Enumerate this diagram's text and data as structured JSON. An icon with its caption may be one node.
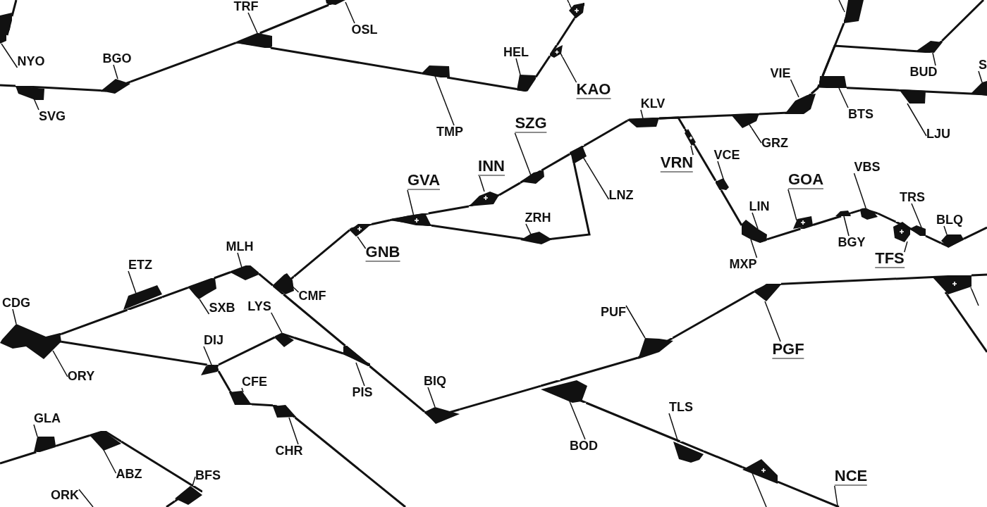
{
  "diagram": {
    "nodes": [
      {
        "text": [
          "TRF"
        ]
      },
      {
        "text": [
          "OSL"
        ]
      },
      {
        "text": [
          "HEL"
        ]
      },
      {
        "text": [
          "BGO"
        ]
      },
      {
        "text": [
          "NYO"
        ]
      },
      {
        "text": [
          "S"
        ]
      },
      {
        "text": [
          "BUD"
        ]
      },
      {
        "text": [
          "VIE"
        ]
      },
      {
        "text": [
          "KAO"
        ]
      },
      {
        "text": [
          "KLV"
        ]
      },
      {
        "text": [
          "BTS"
        ]
      },
      {
        "text": [
          "SVG"
        ]
      },
      {
        "text": [
          "SZG"
        ]
      },
      {
        "text": [
          "TMP"
        ]
      },
      {
        "text": [
          "LJU"
        ]
      },
      {
        "text": [
          "GRZ"
        ]
      },
      {
        "text": [
          "VCE"
        ]
      },
      {
        "text": [
          "VRN"
        ]
      },
      {
        "text": [
          "INN"
        ]
      },
      {
        "text": [
          "VBS"
        ]
      },
      {
        "text": [
          "GOA"
        ]
      },
      {
        "text": [
          "GVA"
        ]
      },
      {
        "text": [
          "LNZ"
        ]
      },
      {
        "text": [
          "TRS"
        ]
      },
      {
        "text": [
          "LIN"
        ]
      },
      {
        "text": [
          "ZRH"
        ]
      },
      {
        "text": [
          "BLQ"
        ]
      },
      {
        "text": [
          "BGY"
        ]
      },
      {
        "text": [
          "MLH"
        ]
      },
      {
        "text": [
          "GNB"
        ]
      },
      {
        "text": [
          "TFS"
        ]
      },
      {
        "text": [
          "MXP"
        ]
      },
      {
        "text": [
          "ETZ"
        ]
      },
      {
        "text": [
          "CMF"
        ]
      },
      {
        "text": [
          "CDG"
        ]
      },
      {
        "text": [
          "LYS"
        ]
      },
      {
        "text": [
          "SXB"
        ]
      },
      {
        "text": [
          "PUF"
        ]
      },
      {
        "text": [
          "DIJ"
        ]
      },
      {
        "text": [
          "PGF"
        ]
      },
      {
        "text": [
          "ORY"
        ]
      },
      {
        "text": [
          "BIQ"
        ]
      },
      {
        "text": [
          "CFE"
        ]
      },
      {
        "text": [
          "PIS"
        ]
      },
      {
        "text": [
          "TLS"
        ]
      },
      {
        "text": [
          "GLA"
        ]
      },
      {
        "text": [
          "BOD"
        ]
      },
      {
        "text": [
          "CHR"
        ]
      },
      {
        "text": [
          "ABZ"
        ]
      },
      {
        "text": [
          "BFS"
        ]
      },
      {
        "text": [
          "NCE"
        ]
      },
      {
        "text": [
          "ORK"
        ]
      },
      {
        "text": [],
        "shape": "marker"
      },
      {
        "text": [],
        "shape": "marker"
      },
      {
        "text": [],
        "shape": "marker"
      },
      {
        "text": [],
        "shape": "marker"
      },
      {
        "text": [],
        "shape": "marker"
      },
      {
        "text": [],
        "shape": "marker"
      },
      {
        "text": [],
        "shape": "marker"
      },
      {
        "text": [],
        "shape": "marker"
      },
      {
        "text": [],
        "shape": "marker"
      },
      {
        "text": [],
        "shape": "marker"
      },
      {
        "text": [],
        "shape": "marker"
      },
      {
        "text": [],
        "shape": "marker"
      },
      {
        "text": [],
        "shape": "marker"
      },
      {
        "text": [],
        "shape": "marker"
      },
      {
        "text": [],
        "shape": "marker"
      },
      {
        "text": [],
        "shape": "marker"
      },
      {
        "text": [],
        "shape": "marker"
      },
      {
        "text": [],
        "shape": "marker"
      },
      {
        "text": [],
        "shape": "marker"
      },
      {
        "text": [],
        "shape": "marker"
      },
      {
        "text": [],
        "shape": "marker"
      },
      {
        "text": [],
        "shape": "marker"
      },
      {
        "text": [],
        "shape": "marker"
      },
      {
        "text": [],
        "shape": "marker"
      },
      {
        "text": [],
        "shape": "marker"
      },
      {
        "text": [],
        "shape": "marker"
      },
      {
        "text": [],
        "shape": "marker"
      },
      {
        "text": [],
        "shape": "marker"
      },
      {
        "text": [],
        "shape": "marker"
      },
      {
        "text": [],
        "shape": "marker"
      },
      {
        "text": [],
        "shape": "marker"
      },
      {
        "text": [],
        "shape": "marker"
      },
      {
        "text": [],
        "shape": "marker"
      },
      {
        "text": [],
        "shape": "marker"
      },
      {
        "text": [],
        "shape": "marker"
      },
      {
        "text": [],
        "shape": "marker"
      },
      {
        "text": [],
        "shape": "marker"
      },
      {
        "text": [],
        "shape": "marker"
      },
      {
        "text": [],
        "shape": "marker"
      },
      {
        "text": [],
        "shape": "marker"
      },
      {
        "text": [],
        "shape": "marker"
      },
      {
        "text": [],
        "shape": "marker"
      },
      {
        "text": [],
        "shape": "marker"
      },
      {
        "text": [],
        "shape": "marker"
      },
      {
        "text": [],
        "shape": "marker"
      },
      {
        "text": [],
        "shape": "marker"
      },
      {
        "text": [],
        "shape": "marker"
      },
      {
        "text": [],
        "shape": "marker"
      },
      {
        "text": [],
        "shape": "marker"
      },
      {
        "text": [],
        "shape": "marker"
      },
      {
        "text": [],
        "shape": "marker"
      },
      {
        "text": [],
        "shape": "marker"
      }
    ],
    "edges": [
      {
        "from": 0,
        "to": 54,
        "arrow": "none"
      },
      {
        "from": 1,
        "to": 53,
        "arrow": "none"
      },
      {
        "from": 2,
        "to": 58,
        "arrow": "none"
      },
      {
        "from": 3,
        "to": 55,
        "arrow": "none"
      },
      {
        "from": 4,
        "to": 52,
        "arrow": "none"
      },
      {
        "from": 5,
        "to": 66,
        "arrow": "none"
      },
      {
        "from": 6,
        "to": 64,
        "arrow": "none"
      },
      {
        "from": 7,
        "to": 62,
        "arrow": "none"
      },
      {
        "from": 8,
        "to": 59,
        "arrow": "none"
      },
      {
        "from": 9,
        "to": 67,
        "arrow": "none"
      },
      {
        "from": 10,
        "to": 63,
        "arrow": "none"
      },
      {
        "from": 11,
        "to": 56,
        "arrow": "none"
      },
      {
        "from": 12,
        "to": 70,
        "arrow": "none"
      },
      {
        "from": 13,
        "to": 57,
        "arrow": "none"
      },
      {
        "from": 14,
        "to": 65,
        "arrow": "none"
      },
      {
        "from": 15,
        "to": 68,
        "arrow": "none"
      },
      {
        "from": 16,
        "to": 76,
        "arrow": "none"
      },
      {
        "from": 17,
        "to": 75,
        "arrow": "none"
      },
      {
        "from": 18,
        "to": 71,
        "arrow": "none"
      },
      {
        "from": 19,
        "to": 80,
        "arrow": "none"
      },
      {
        "from": 20,
        "to": 78,
        "arrow": "none"
      },
      {
        "from": 21,
        "to": 72,
        "arrow": "none"
      },
      {
        "from": 22,
        "to": 69,
        "arrow": "none"
      },
      {
        "from": 23,
        "to": 82,
        "arrow": "none"
      },
      {
        "from": 24,
        "to": 77,
        "arrow": "none"
      },
      {
        "from": 25,
        "to": 74,
        "arrow": "none"
      },
      {
        "from": 26,
        "to": 83,
        "arrow": "none"
      },
      {
        "from": 27,
        "to": 79,
        "arrow": "none"
      },
      {
        "from": 28,
        "to": 87,
        "arrow": "none"
      },
      {
        "from": 29,
        "to": 73,
        "arrow": "none"
      },
      {
        "from": 30,
        "to": 81,
        "arrow": "none"
      },
      {
        "from": 31,
        "to": 77,
        "arrow": "none"
      },
      {
        "from": 32,
        "to": 85,
        "arrow": "none"
      },
      {
        "from": 33,
        "to": 88,
        "arrow": "none"
      },
      {
        "from": 34,
        "to": 84,
        "arrow": "none"
      },
      {
        "from": 35,
        "to": 89,
        "arrow": "none"
      },
      {
        "from": 36,
        "to": 86,
        "arrow": "none"
      },
      {
        "from": 37,
        "to": 96,
        "arrow": "none"
      },
      {
        "from": 38,
        "to": 90,
        "arrow": "none"
      },
      {
        "from": 39,
        "to": 97,
        "arrow": "none"
      },
      {
        "from": 40,
        "to": 84,
        "arrow": "none"
      },
      {
        "from": 41,
        "to": 94,
        "arrow": "none"
      },
      {
        "from": 42,
        "to": 91,
        "arrow": "none"
      },
      {
        "from": 43,
        "to": 93,
        "arrow": "none"
      },
      {
        "from": 44,
        "to": 99,
        "arrow": "none"
      },
      {
        "from": 45,
        "to": 101,
        "arrow": "none"
      },
      {
        "from": 46,
        "to": 95,
        "arrow": "none"
      },
      {
        "from": 47,
        "to": 92,
        "arrow": "none"
      },
      {
        "from": 48,
        "to": 102,
        "arrow": "none"
      },
      {
        "from": 49,
        "to": 103,
        "arrow": "none"
      },
      {
        "from": 50,
        "to": null,
        "arrow": "none"
      },
      {
        "from": 51,
        "to": null,
        "arrow": "none"
      },
      {
        "from": null,
        "to": 56,
        "arrow": "none"
      },
      {
        "from": 56,
        "to": 55,
        "arrow": "none"
      },
      {
        "from": 55,
        "to": 54,
        "arrow": "none"
      },
      {
        "from": 54,
        "to": 53,
        "arrow": "none"
      },
      {
        "from": 54,
        "to": 57,
        "arrow": "none"
      },
      {
        "from": 57,
        "to": 58,
        "arrow": "none"
      },
      {
        "from": 58,
        "to": 59,
        "arrow": "none"
      },
      {
        "from": 59,
        "to": 60,
        "arrow": "none"
      },
      {
        "from": 52,
        "to": null,
        "arrow": "none"
      },
      {
        "from": 88,
        "to": 73,
        "arrow": "none"
      },
      {
        "from": 73,
        "to": 72,
        "arrow": "none"
      },
      {
        "from": 72,
        "to": 71,
        "arrow": "none"
      },
      {
        "from": 71,
        "to": 70,
        "arrow": "none"
      },
      {
        "from": 70,
        "to": 69,
        "arrow": "none"
      },
      {
        "from": 69,
        "to": 67,
        "arrow": "none"
      },
      {
        "from": 67,
        "to": 68,
        "arrow": "none"
      },
      {
        "from": 67,
        "to": 75,
        "arrow": "none"
      },
      {
        "from": 68,
        "to": 62,
        "arrow": "none"
      },
      {
        "from": 62,
        "to": 63,
        "arrow": "none"
      },
      {
        "from": 63,
        "to": 61,
        "arrow": "none"
      },
      {
        "from": 63,
        "to": 64,
        "arrow": "none"
      },
      {
        "from": 64,
        "to": null,
        "arrow": "none"
      },
      {
        "from": 63,
        "to": 65,
        "arrow": "none"
      },
      {
        "from": 65,
        "to": 66,
        "arrow": "none"
      },
      {
        "from": 72,
        "to": 74,
        "arrow": "none"
      },
      {
        "from": 74,
        "to": 69,
        "arrow": "none"
      },
      {
        "from": 75,
        "to": 76,
        "arrow": "none"
      },
      {
        "from": 76,
        "to": 77,
        "arrow": "none"
      },
      {
        "from": 77,
        "to": 78,
        "arrow": "none"
      },
      {
        "from": 78,
        "to": 79,
        "arrow": "none"
      },
      {
        "from": 79,
        "to": 80,
        "arrow": "none"
      },
      {
        "from": 80,
        "to": 81,
        "arrow": "none"
      },
      {
        "from": 82,
        "to": 83,
        "arrow": "none"
      },
      {
        "from": 83,
        "to": null,
        "arrow": "none"
      },
      {
        "from": 84,
        "to": 85,
        "arrow": "none"
      },
      {
        "from": 85,
        "to": 86,
        "arrow": "none"
      },
      {
        "from": 86,
        "to": 87,
        "arrow": "none"
      },
      {
        "from": 87,
        "to": 88,
        "arrow": "none"
      },
      {
        "from": 88,
        "to": 93,
        "arrow": "none"
      },
      {
        "from": 93,
        "to": 94,
        "arrow": "none"
      },
      {
        "from": 94,
        "to": 95,
        "arrow": "none"
      },
      {
        "from": 95,
        "to": 96,
        "arrow": "none"
      },
      {
        "from": 96,
        "to": 97,
        "arrow": "none"
      },
      {
        "from": 97,
        "to": 98,
        "arrow": "none"
      },
      {
        "from": 98,
        "to": null,
        "arrow": "none"
      },
      {
        "from": 98,
        "to": null,
        "arrow": "none"
      },
      {
        "from": 84,
        "to": 90,
        "arrow": "none"
      },
      {
        "from": 90,
        "to": 89,
        "arrow": "none"
      },
      {
        "from": 89,
        "to": 93,
        "arrow": "none"
      },
      {
        "from": 90,
        "to": 91,
        "arrow": "none"
      },
      {
        "from": 91,
        "to": 92,
        "arrow": "none"
      },
      {
        "from": 92,
        "to": null,
        "arrow": "none"
      },
      {
        "from": null,
        "to": 101,
        "arrow": "none"
      },
      {
        "from": 101,
        "to": 102,
        "arrow": "none"
      },
      {
        "from": 102,
        "to": 103,
        "arrow": "none"
      },
      {
        "from": 103,
        "to": null,
        "arrow": "none"
      },
      {
        "from": 95,
        "to": 99,
        "arrow": "none"
      },
      {
        "from": 99,
        "to": 100,
        "arrow": "none"
      },
      {
        "from": 100,
        "to": null,
        "arrow": "none"
      },
      {
        "from": null,
        "to": 60,
        "arrow": "none"
      },
      {
        "from": null,
        "to": 61,
        "arrow": "none"
      },
      {
        "from": null,
        "to": 98,
        "arrow": "none"
      },
      {
        "from": null,
        "to": 100,
        "arrow": "none"
      }
    ]
  }
}
